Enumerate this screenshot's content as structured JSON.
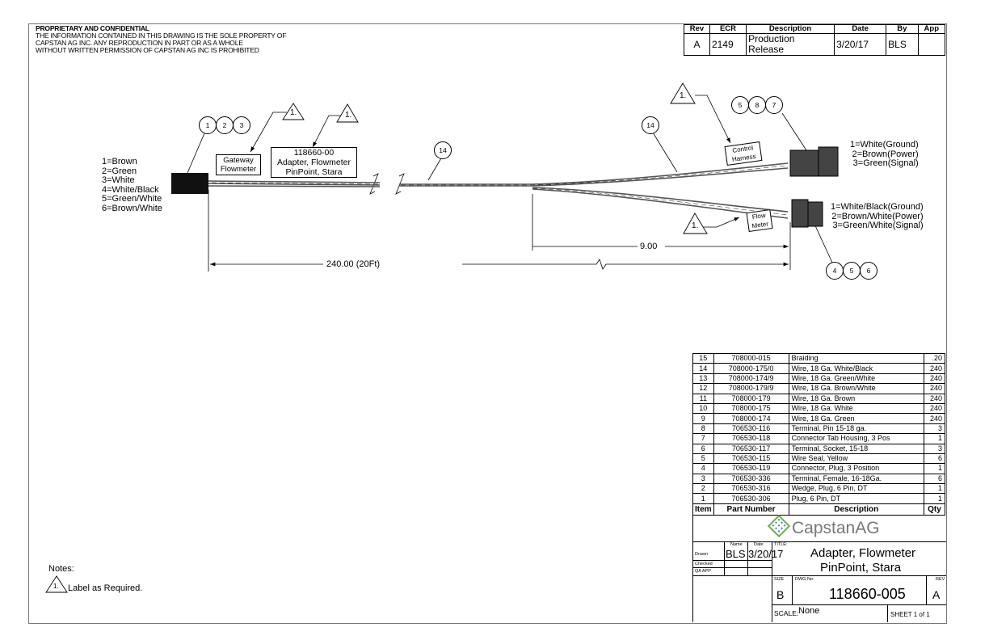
{
  "confidential": {
    "heading": "PROPRIETARY AND CONFIDENTIAL",
    "lines": [
      "THE INFORMATION CONTAINED IN THIS DRAWING IS THE SOLE PROPERTY OF",
      "CAPSTAN AG INC. ANY REPRODUCTION IN PART OR AS A WHOLE",
      "WITHOUT WRITTEN PERMISSION OF CAPSTAN AG INC IS PROHIBITED"
    ]
  },
  "revision_table": {
    "headers": [
      "Rev",
      "ECR",
      "Description",
      "Date",
      "By",
      "App"
    ],
    "rows": [
      [
        "A",
        "2149",
        "Production Release",
        "3/20/17",
        "BLS",
        ""
      ]
    ]
  },
  "drawing": {
    "left_wire_legend": [
      "1=Brown",
      "2=Green",
      "3=White",
      "4=White/Black",
      "5=Green/White",
      "6=Brown/White"
    ],
    "control_legend": [
      "1=White(Ground)",
      "2=Brown(Power)",
      "3=Green(Signal)"
    ],
    "flow_legend": [
      "1=White/Black(Ground)",
      "2=Brown/White(Power)",
      "3=Green/White(Signal)"
    ],
    "callouts_left": [
      "1",
      "2",
      "3"
    ],
    "callouts_top_right": [
      "5",
      "8",
      "7"
    ],
    "callouts_bottom_right": [
      "4",
      "5",
      "6"
    ],
    "callout_braid": "14",
    "note_flag": "1.",
    "tag_gateway": [
      "Gateway",
      "Flowmeter"
    ],
    "tag_part": [
      "118660-00",
      "Adapter, Flowmeter",
      "PinPoint, Stara"
    ],
    "tag_control": [
      "Control",
      "Harness"
    ],
    "tag_flow": [
      "Flow",
      "Meter"
    ],
    "dim_short": "9.00",
    "dim_long": "240.00 (20Ft)"
  },
  "notes": {
    "title": "Notes:",
    "flag": "1.",
    "text": "Label as Required."
  },
  "bom": {
    "headers": [
      "Item",
      "Part Number",
      "Description",
      "Qty"
    ],
    "rows": [
      [
        "15",
        "708000-015",
        "Braiding",
        ".20"
      ],
      [
        "14",
        "708000-175/0",
        "Wire, 18 Ga. White/Black",
        "240"
      ],
      [
        "13",
        "708000-174/9",
        "Wire, 18 Ga. Green/White",
        "240"
      ],
      [
        "12",
        "708000-179/9",
        "Wire, 18 Ga. Brown/White",
        "240"
      ],
      [
        "11",
        "708000-179",
        "Wire, 18 Ga. Brown",
        "240"
      ],
      [
        "10",
        "708000-175",
        "Wire, 18 Ga. White",
        "240"
      ],
      [
        "9",
        "708000-174",
        "Wire, 18 Ga. Green",
        "240"
      ],
      [
        "8",
        "706530-116",
        "Terminal, Pin 15-18 ga.",
        "3"
      ],
      [
        "7",
        "706530-118",
        "Connector Tab Housing, 3 Pos",
        "1"
      ],
      [
        "6",
        "706530-117",
        "Terminal, Socket, 15-18",
        "3"
      ],
      [
        "5",
        "706530-115",
        "Wire Seal, Yellow",
        "6"
      ],
      [
        "4",
        "706530-119",
        "Connector, Plug, 3 Position",
        "1"
      ],
      [
        "3",
        "706530-336",
        "Terminal, Female, 16-18Ga.",
        "6"
      ],
      [
        "2",
        "706530-316",
        "Wedge, Plug, 6 Pin, DT",
        "1"
      ],
      [
        "1",
        "706530-306",
        "Plug, 6 Pin, DT",
        "1"
      ]
    ]
  },
  "title_block": {
    "logo_text": "CapstanAG",
    "name_label": "Name",
    "date_label": "Date",
    "title_label": "TITLE:",
    "drawn_label": "Drawn",
    "checked_label": "Checked",
    "qa_label": "QA APP",
    "drawn_name": "BLS",
    "drawn_date": "3/20/17",
    "title_line1": "Adapter, Flowmeter",
    "title_line2": "PinPoint, Stara",
    "size_label": "SIZE",
    "size": "B",
    "dwg_label": "DWG No:",
    "dwg_no": "118660-005",
    "rev_label": "REV",
    "rev": "A",
    "scale_label": "SCALE:",
    "scale": "None",
    "sheet": "SHEET 1 of 1"
  },
  "colors": {
    "logo_green": "#6ab04c",
    "logo_blue": "#3a7fc1",
    "connector": "#444444"
  }
}
